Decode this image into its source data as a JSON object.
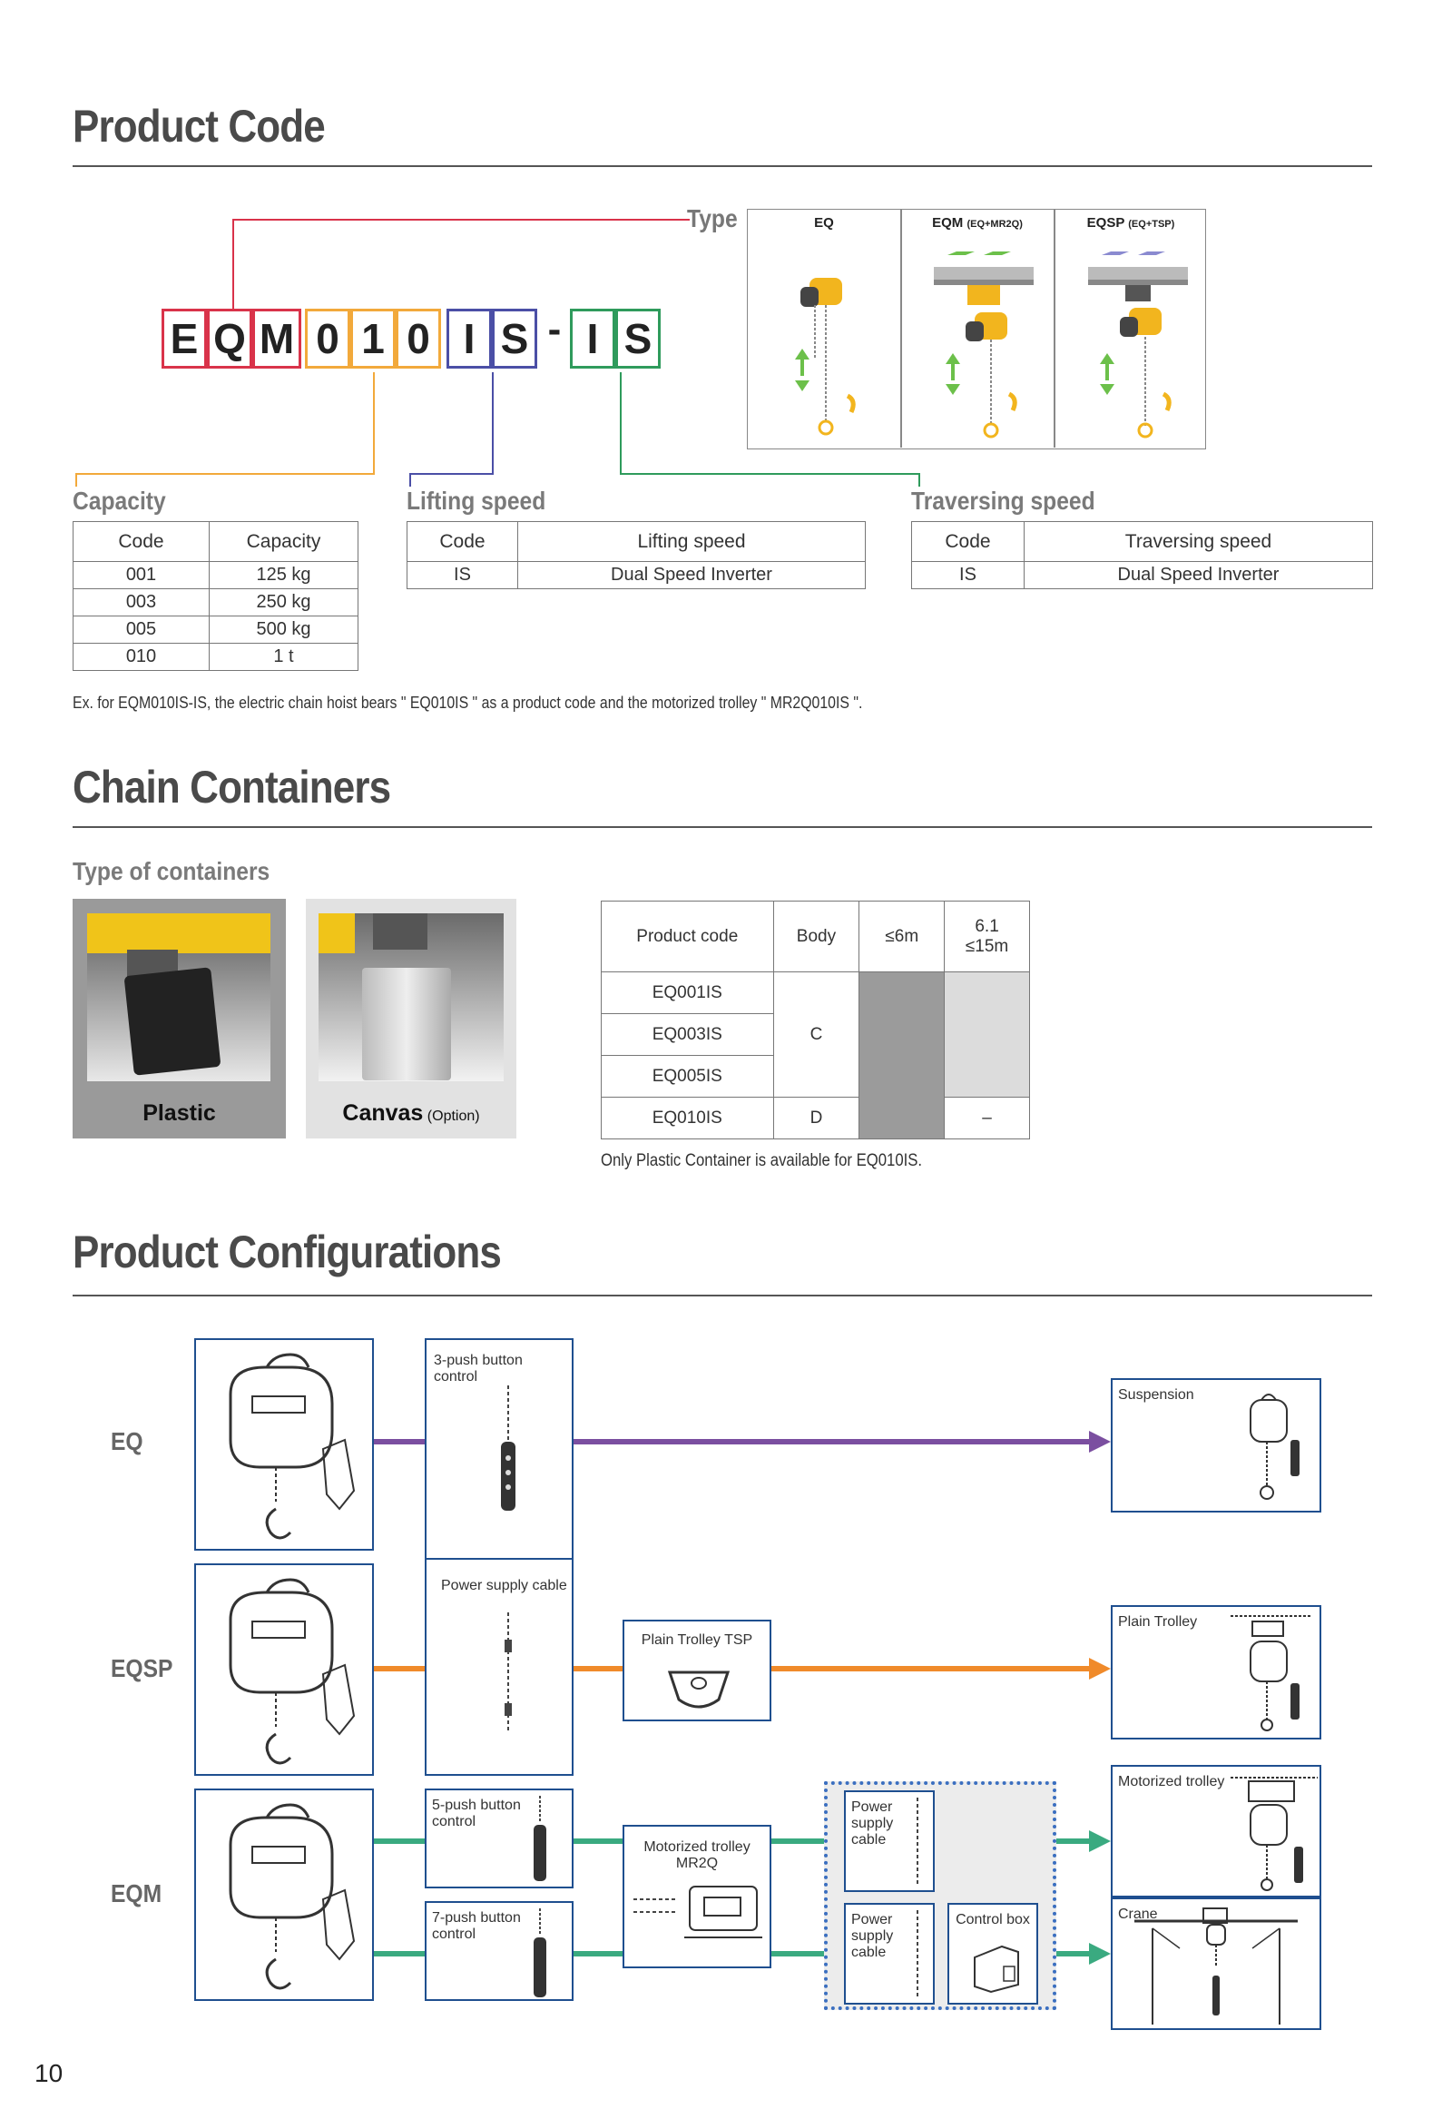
{
  "product_code": {
    "title": "Product Code",
    "type_label": "Type",
    "code_letters": [
      "E",
      "Q",
      "M",
      "0",
      "1",
      "0",
      "I",
      "S",
      "-",
      "I",
      "S"
    ],
    "type_headers": {
      "eq": "EQ",
      "eqm": "EQM",
      "eqm_sub": "(EQ+MR2Q)",
      "eqsp": "EQSP",
      "eqsp_sub": "(EQ+TSP)"
    },
    "capacity": {
      "title": "Capacity",
      "headers": [
        "Code",
        "Capacity"
      ],
      "rows": [
        [
          "001",
          "125 kg"
        ],
        [
          "003",
          "250 kg"
        ],
        [
          "005",
          "500 kg"
        ],
        [
          "010",
          "1 t"
        ]
      ]
    },
    "lifting": {
      "title": "Lifting speed",
      "headers": [
        "Code",
        "Lifting speed"
      ],
      "rows": [
        [
          "IS",
          "Dual Speed Inverter"
        ]
      ]
    },
    "traversing": {
      "title": "Traversing speed",
      "headers": [
        "Code",
        "Traversing speed"
      ],
      "rows": [
        [
          "IS",
          "Dual Speed Inverter"
        ]
      ]
    },
    "example_note": "Ex. for EQM010IS-IS, the electric chain hoist bears \" EQ010IS \" as a product code and the motorized trolley \" MR2Q010IS \"."
  },
  "chain_containers": {
    "title": "Chain Containers",
    "subtitle": "Type of containers",
    "plastic_label": "Plastic",
    "canvas_label": "Canvas",
    "canvas_option": "(Option)",
    "table": {
      "headers": [
        "Product code",
        "Body",
        "≤6m",
        "6.1",
        "≤15m"
      ],
      "codes": [
        "EQ001IS",
        "EQ003IS",
        "EQ005IS",
        "EQ010IS"
      ],
      "body_c": "C",
      "body_d": "D",
      "dash": "–"
    },
    "note": "Only Plastic Container is available for EQ010IS."
  },
  "configurations": {
    "title": "Product Configurations",
    "rows": [
      "EQ",
      "EQSP",
      "EQM"
    ],
    "control_3push": "3-push button control",
    "power_cable": "Power supply cable",
    "plain_trolley_tsp": "Plain Trolley TSP",
    "control_5push": "5-push button control",
    "control_7push": "7-push button control",
    "motorized_mr2q": "Motorized trolley MR2Q",
    "power_supply_cable": "Power supply cable",
    "control_box": "Control box",
    "out_suspension": "Suspension",
    "out_plain_trolley": "Plain Trolley",
    "out_motorized_trolley": "Motorized trolley",
    "out_crane": "Crane",
    "colors": {
      "eq": "#7b4fa0",
      "eqsp": "#f08a2a",
      "eqm": "#3aaa80"
    }
  },
  "page_number": "10"
}
